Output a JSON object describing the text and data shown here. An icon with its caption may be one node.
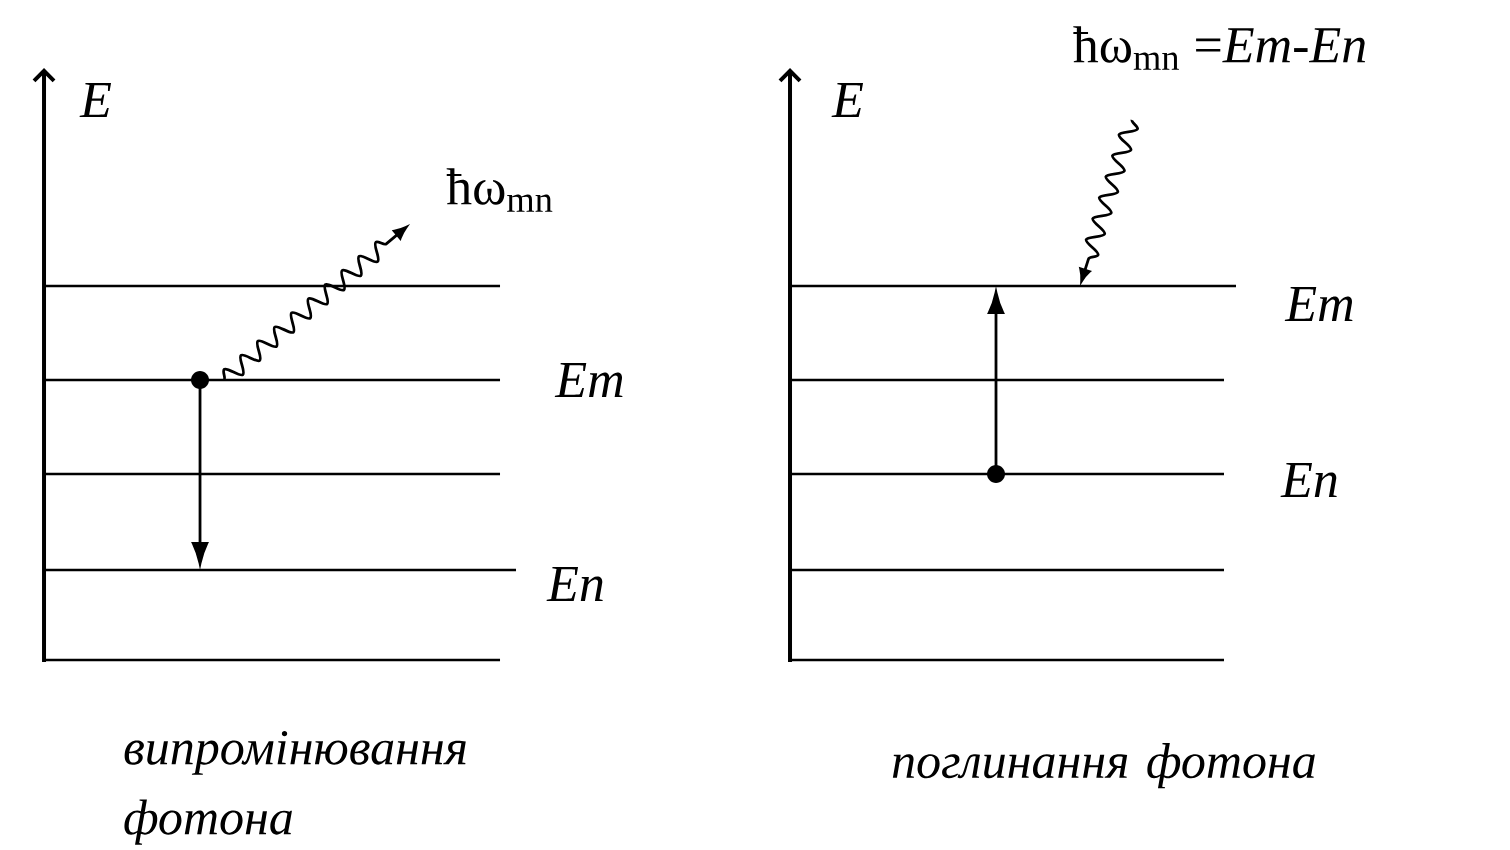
{
  "diagram": {
    "nodes": [
      {
        "text": [],
        "shape": "bar",
        "beside": [
          "Em"
        ]
      },
      {
        "text": [],
        "shape": "bar",
        "beside": [
          "En"
        ]
      },
      {
        "text": [],
        "shape": "bar",
        "beside": [
          "Em"
        ]
      },
      {
        "text": [],
        "shape": "bar",
        "beside": [
          "En"
        ]
      }
    ],
    "edges": [
      {
        "from": 0,
        "to": 1,
        "arrow": "to"
      },
      {
        "from": 0,
        "to": null,
        "arrow": "to",
        "label": "ħω$_{mn}$"
      },
      {
        "from": null,
        "to": 2,
        "arrow": "to",
        "label": "ħω$_{mn}$ =*Em*-*En*"
      },
      {
        "from": 3,
        "to": 2,
        "arrow": "to"
      }
    ],
    "labels": [
      "E",
      "E",
      "випромінювання фотона",
      "поглинання фотона"
    ]
  }
}
